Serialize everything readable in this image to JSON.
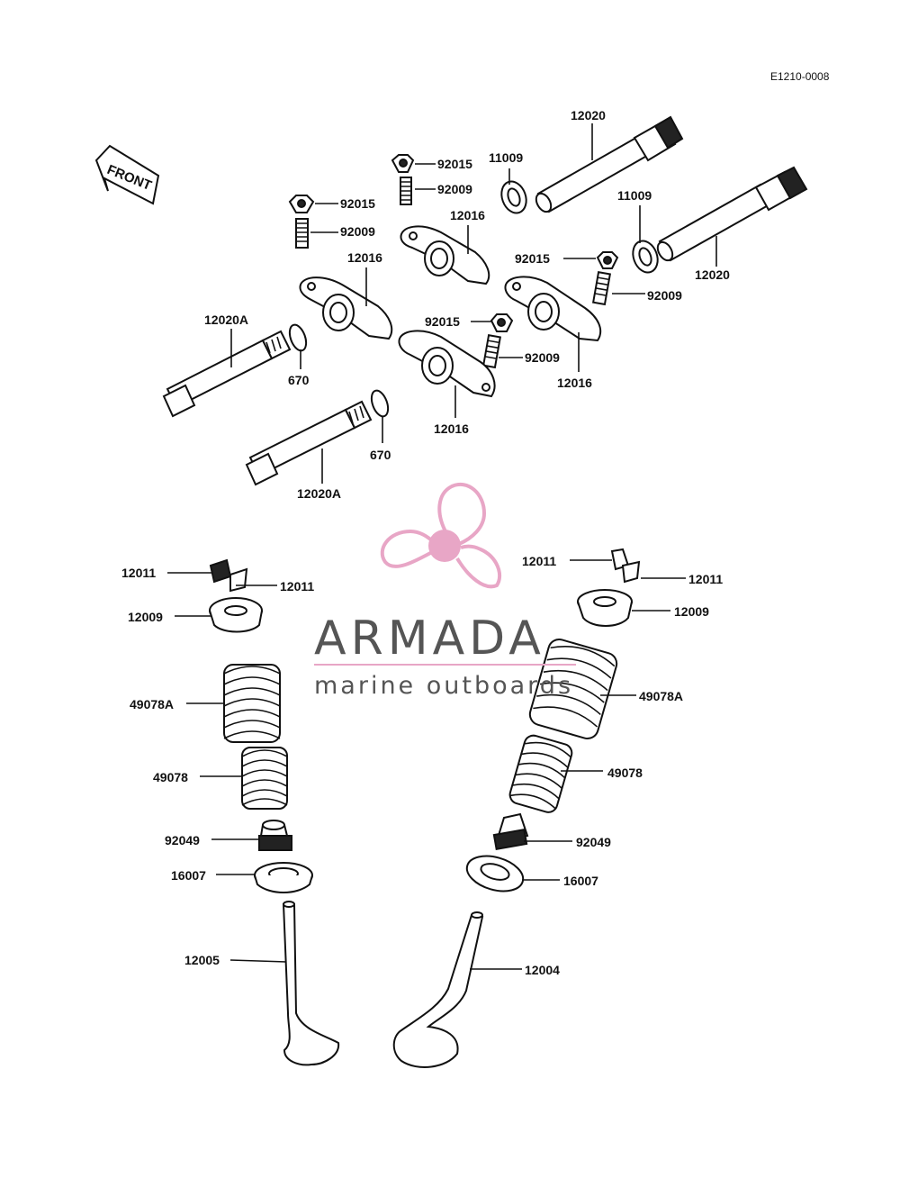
{
  "diagram_code": "E1210-0008",
  "front_label": "FRONT",
  "watermark": {
    "brand": "ARMADA",
    "tagline": "marine outboards",
    "logo_color": "#e8a6c6",
    "text_color": "#555555"
  },
  "labels": {
    "l_12020_top": "12020",
    "l_12020_right": "12020",
    "l_11009_a": "11009",
    "l_11009_b": "11009",
    "l_92015_a": "92015",
    "l_92009_a": "92009",
    "l_92015_b": "92015",
    "l_92009_b": "92009",
    "l_12016_a": "12016",
    "l_12016_b": "12016",
    "l_92015_c": "92015",
    "l_92009_c": "92009",
    "l_92015_d": "92015",
    "l_92009_d": "92009",
    "l_12016_c": "12016",
    "l_12016_d": "12016",
    "l_12020A_a": "12020A",
    "l_670_a": "670",
    "l_670_b": "670",
    "l_12020A_b": "12020A",
    "l_12011_a": "12011",
    "l_12011_b": "12011",
    "l_12011_c": "12011",
    "l_12011_d": "12011",
    "l_12009_a": "12009",
    "l_12009_b": "12009",
    "l_49078A_a": "49078A",
    "l_49078A_b": "49078A",
    "l_49078_a": "49078",
    "l_49078_b": "49078",
    "l_92049_a": "92049",
    "l_92049_b": "92049",
    "l_16007_a": "16007",
    "l_16007_b": "16007",
    "l_12005": "12005",
    "l_12004": "12004"
  }
}
